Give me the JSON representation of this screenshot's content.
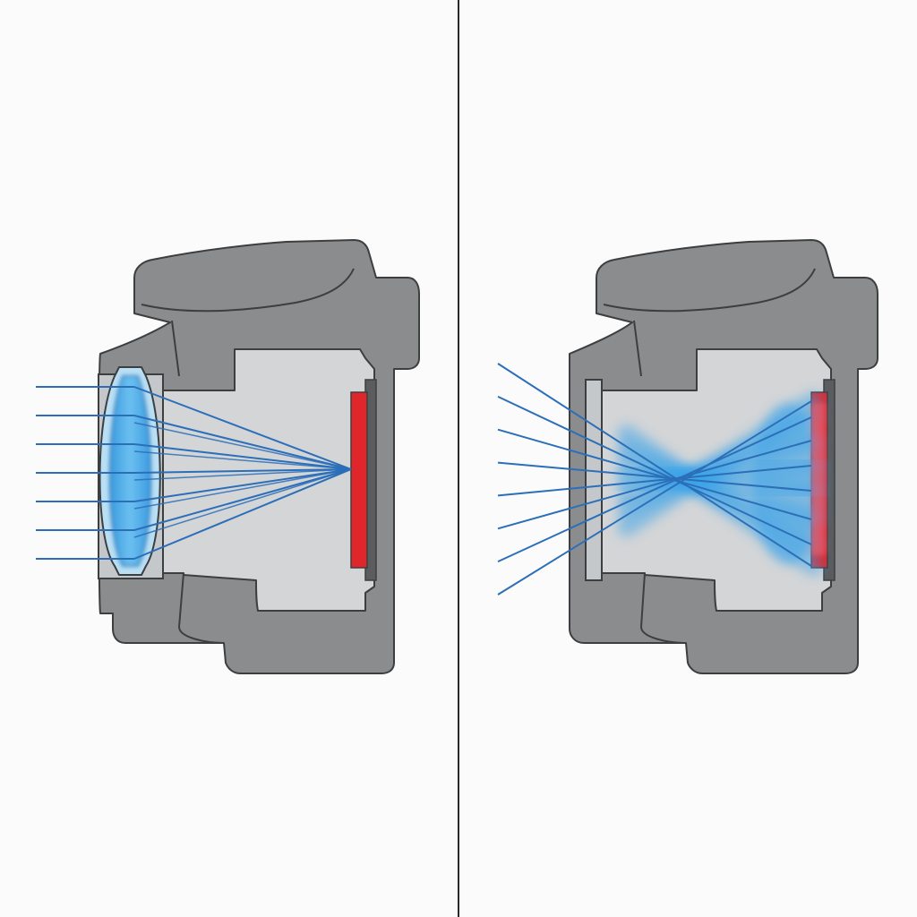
{
  "colors": {
    "background": "#fbfbfb",
    "divider": "#2a2a2a",
    "camera_body": "#8a8c8e",
    "camera_outline": "#3c3e40",
    "interior": "#d3d5d7",
    "sensor": "#e0262b",
    "sensor_backing": "#5a5c5e",
    "lens_fill": "#4aa8e6",
    "lens_mount": "#bfc3c6",
    "ray": "#2c6fb8",
    "glow": "#3aa3e8"
  },
  "panels": [
    {
      "id": "with-lens",
      "lens": true,
      "ray_count": 7,
      "rays_converge": true,
      "sensor_image": "sharp point"
    },
    {
      "id": "without-lens",
      "lens": false,
      "ray_count": 8,
      "rays_converge": false,
      "sensor_image": "blurred"
    }
  ]
}
